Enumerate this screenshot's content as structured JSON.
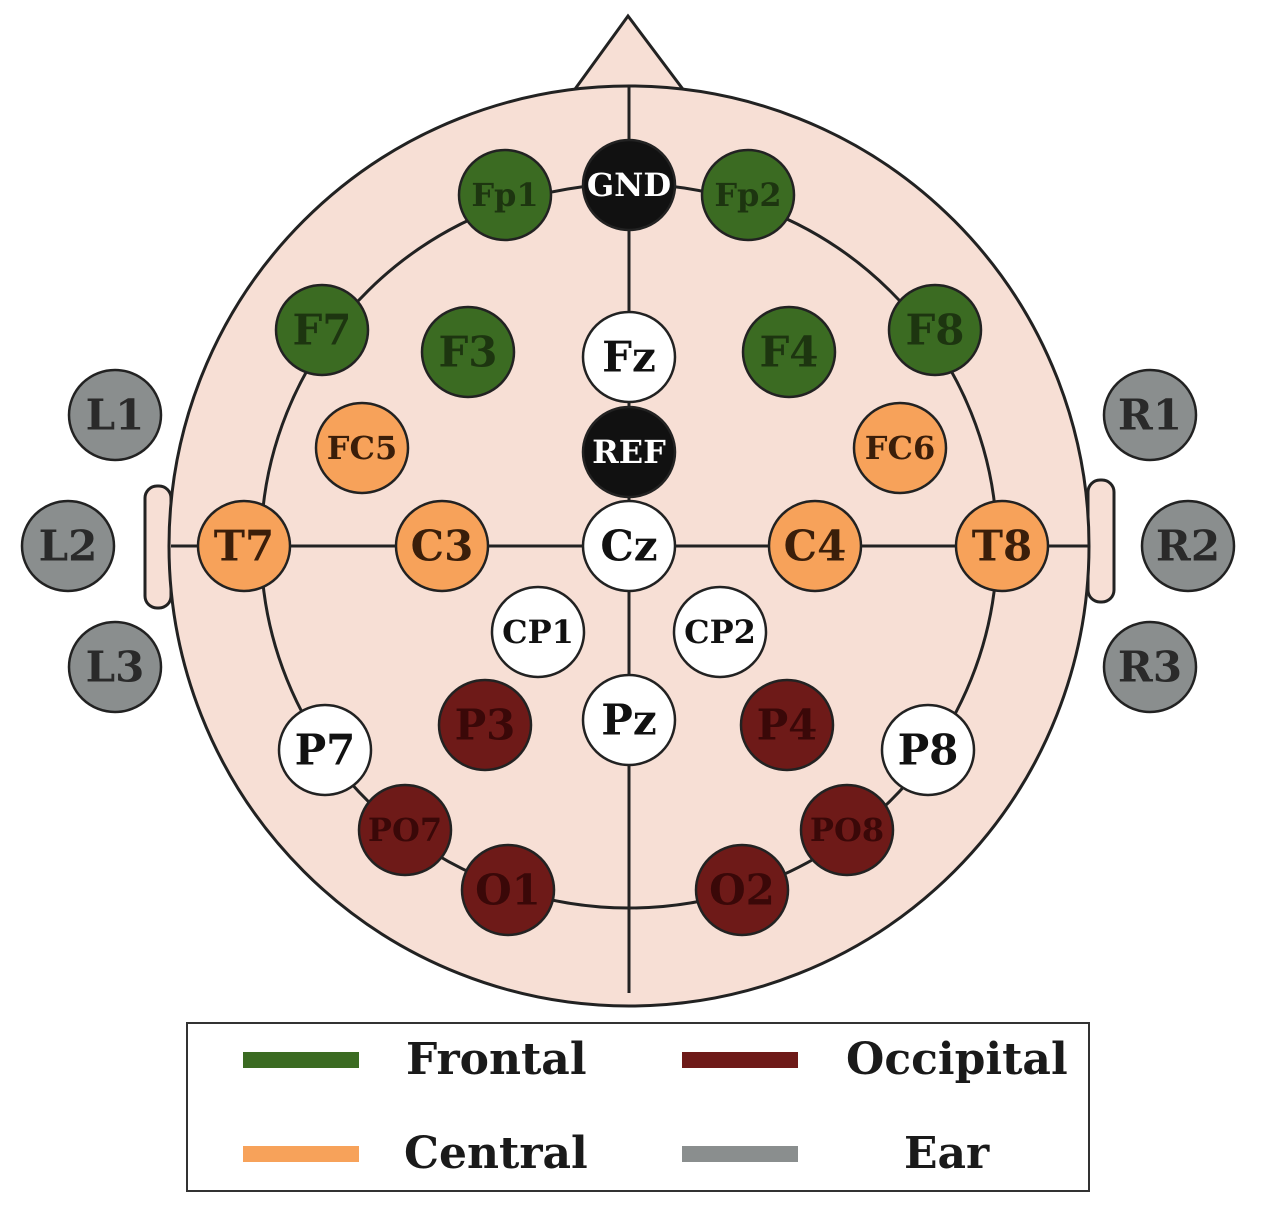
{
  "colors": {
    "frontal": "#3b6b22",
    "central": "#f7a25a",
    "occipital": "#6e1a18",
    "ear": "#8a8e8e",
    "reference": "#111111",
    "midline": "#ffffff",
    "scalp": "#f7dfd5",
    "outline": "#222222"
  },
  "electrodes": [
    {
      "label": "GND",
      "group": "reference"
    },
    {
      "label": "Fp1",
      "group": "frontal"
    },
    {
      "label": "Fp2",
      "group": "frontal"
    },
    {
      "label": "F7",
      "group": "frontal"
    },
    {
      "label": "F3",
      "group": "frontal"
    },
    {
      "label": "Fz",
      "group": "midline"
    },
    {
      "label": "F4",
      "group": "frontal"
    },
    {
      "label": "F8",
      "group": "frontal"
    },
    {
      "label": "FC5",
      "group": "central"
    },
    {
      "label": "REF",
      "group": "reference"
    },
    {
      "label": "FC6",
      "group": "central"
    },
    {
      "label": "T7",
      "group": "central"
    },
    {
      "label": "C3",
      "group": "central"
    },
    {
      "label": "Cz",
      "group": "midline"
    },
    {
      "label": "C4",
      "group": "central"
    },
    {
      "label": "T8",
      "group": "central"
    },
    {
      "label": "CP1",
      "group": "midline"
    },
    {
      "label": "CP2",
      "group": "midline"
    },
    {
      "label": "P7",
      "group": "midline"
    },
    {
      "label": "P3",
      "group": "occipital"
    },
    {
      "label": "Pz",
      "group": "midline"
    },
    {
      "label": "P4",
      "group": "occipital"
    },
    {
      "label": "P8",
      "group": "midline"
    },
    {
      "label": "PO7",
      "group": "occipital"
    },
    {
      "label": "PO8",
      "group": "occipital"
    },
    {
      "label": "O1",
      "group": "occipital"
    },
    {
      "label": "O2",
      "group": "occipital"
    },
    {
      "label": "L1",
      "group": "ear"
    },
    {
      "label": "L2",
      "group": "ear"
    },
    {
      "label": "L3",
      "group": "ear"
    },
    {
      "label": "R1",
      "group": "ear"
    },
    {
      "label": "R2",
      "group": "ear"
    },
    {
      "label": "R3",
      "group": "ear"
    }
  ],
  "legend": {
    "frontal": "Frontal",
    "occipital": "Occipital",
    "central": "Central",
    "ear": "Ear"
  }
}
